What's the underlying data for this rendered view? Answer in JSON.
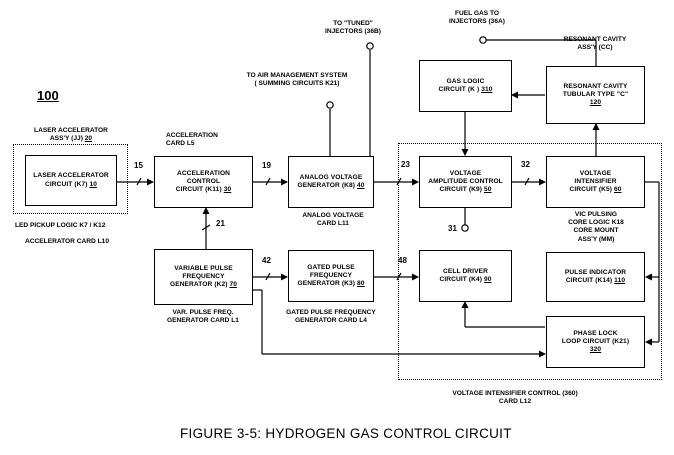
{
  "figure_number": "100",
  "caption": "FIGURE 3-5: HYDROGEN GAS CONTROL CIRCUIT",
  "blocks": {
    "laser_circuit": {
      "lines": [
        "LASER ACCELERATOR",
        "CIRCUIT (K7)"
      ],
      "ref": "10"
    },
    "accel_control": {
      "lines": [
        "ACCELERATION",
        "CONTROL",
        "CIRCUIT (K11)"
      ],
      "ref": "30"
    },
    "analog_gen": {
      "lines": [
        "ANALOG VOLTAGE",
        "GENERATOR (K8)"
      ],
      "ref": "40"
    },
    "var_pulse": {
      "lines": [
        "VARIABLE PULSE",
        "FREQUENCY",
        "GENERATOR (K2)"
      ],
      "ref": "70"
    },
    "gated_pulse": {
      "lines": [
        "GATED PULSE",
        "FREQUENCY",
        "GENERATOR (K3)"
      ],
      "ref": "80"
    },
    "gas_logic": {
      "lines": [
        "GAS LOGIC",
        "CIRCUIT (K )"
      ],
      "ref": "310"
    },
    "resonant": {
      "lines": [
        "RESONANT CAVITY",
        "TUBULAR TYPE \"C\""
      ],
      "ref": "120"
    },
    "vac": {
      "lines": [
        "VOLTAGE",
        "AMPLITUDE CONTROL",
        "CIRCUIT (K9)"
      ],
      "ref": "50"
    },
    "vint": {
      "lines": [
        "VOLTAGE",
        "INTENSIFIER",
        "CIRCUIT (K5)"
      ],
      "ref": "60"
    },
    "cell_driver": {
      "lines": [
        "CELL DRIVER",
        "CIRCUIT (K4)"
      ],
      "ref": "90"
    },
    "pulse_ind": {
      "lines": [
        "PULSE INDICATOR",
        "CIRCUIT (K14)"
      ],
      "ref": "110"
    },
    "pll": {
      "lines": [
        "PHASE LOCK",
        "LOOP CIRCUIT (K21)"
      ],
      "ref": "320"
    }
  },
  "labels": {
    "laser_assy": [
      "LASER ACCELERATOR",
      "ASS'Y (JJ)"
    ],
    "laser_assy_ref": "20",
    "led_pickup": "LED PICKUP LOGIC K7 / K12",
    "accel_card_l10": "ACCELERATOR CARD L10",
    "accel_card_l5": [
      "ACCELERATION",
      "CARD L5"
    ],
    "tuned_inj": [
      "TO \"TUNED\"",
      "INJECTORS (36B)"
    ],
    "air_mgmt": [
      "TO AIR MANAGEMENT SYSTEM",
      "( SUMMING CIRCUITS K21)"
    ],
    "analog_card": [
      "ANALOG VOLTAGE",
      "CARD L11"
    ],
    "fuel_gas": [
      "FUEL GAS TO",
      "INJECTORS (36A)"
    ],
    "resonant_assy": [
      "RESONANT CAVITY",
      "ASS'Y (CC)"
    ],
    "vic_pulsing": [
      "VIC PULSING",
      "CORE LOGIC K18",
      "CORE MOUNT",
      "ASS'Y (MM)"
    ],
    "var_card": [
      "VAR. PULSE FREQ.",
      "GENERATOR CARD L1"
    ],
    "gated_card": [
      "GATED PULSE FREQUENCY",
      "GENERATOR CARD L4"
    ],
    "vic_control": [
      "VOLTAGE INTENSIFIER CONTROL (360)",
      "CARD L12"
    ]
  },
  "signals": {
    "s15": "15",
    "s19": "19",
    "s21": "21",
    "s23": "23",
    "s32": "32",
    "s31": "31",
    "s42": "42",
    "s48": "48"
  }
}
